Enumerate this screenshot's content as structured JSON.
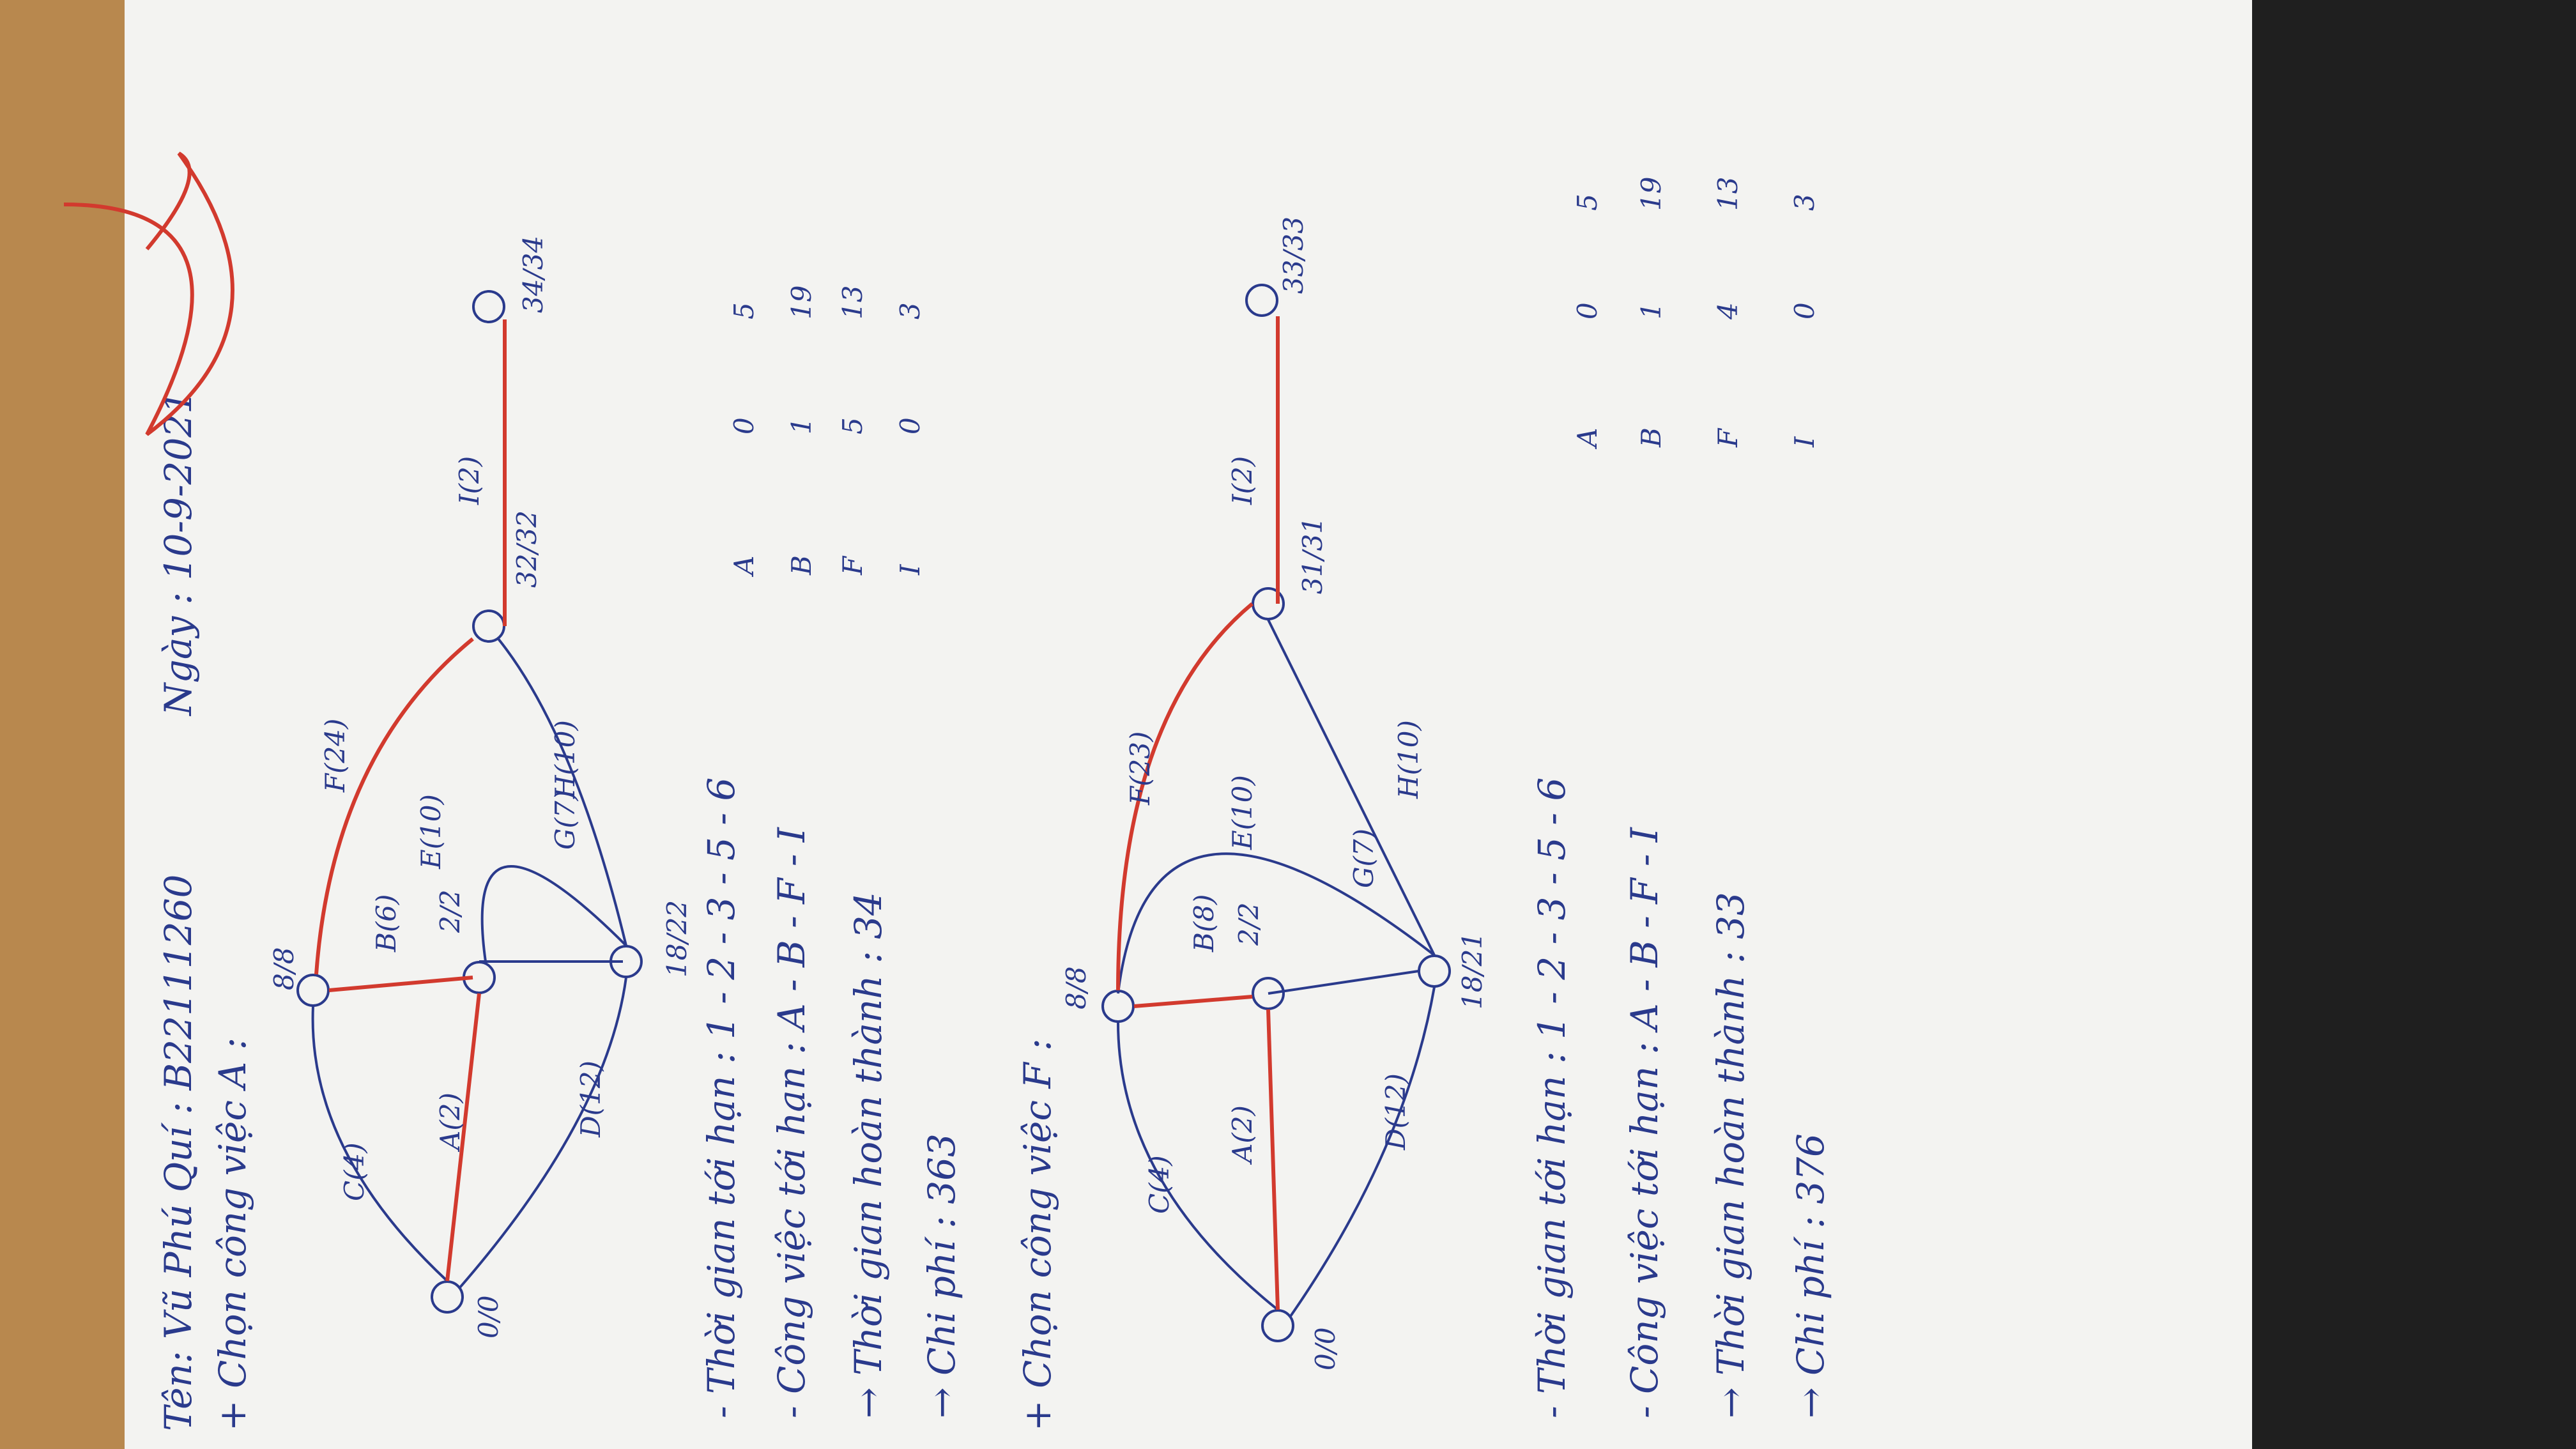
{
  "header": {
    "name": "Tên: Vũ Phú Quí : B22111260",
    "date": "Ngày : 10-9-2021"
  },
  "section_a": {
    "heading": "+ Chọn công việc A :",
    "nodes": [
      "1",
      "2",
      "3",
      "4",
      "5",
      "6"
    ],
    "node_labels": [
      "0/0",
      "2/2",
      "8/8",
      "18/22",
      "32/32",
      "34/34"
    ],
    "edges": [
      "A(2)",
      "C(4)",
      "D(12)",
      "B(6)",
      "G(7)",
      "E(10)",
      "F(24)",
      "H(10)",
      "I(2)"
    ],
    "results": {
      "critical_path": "- Thời gian tới hạn : 1 - 2 - 3 - 5 - 6",
      "critical_tasks": "- Công việc tới hạn : A - B - F - I",
      "completion_time": "→ Thời gian hoàn thành : 34",
      "cost": "→ Chi phí : 363"
    },
    "table": [
      {
        "task": "A",
        "v1": "0",
        "v2": "5"
      },
      {
        "task": "B",
        "v1": "1",
        "v2": "19"
      },
      {
        "task": "F",
        "v1": "5",
        "v2": "13"
      },
      {
        "task": "I",
        "v1": "0",
        "v2": "3"
      }
    ]
  },
  "section_f": {
    "heading": "+ Chọn công việc F :",
    "node_labels": [
      "0/0",
      "2/2",
      "8/8",
      "18/21",
      "31/31",
      "33/33"
    ],
    "edges": [
      "A(2)",
      "C(4)",
      "D(12)",
      "B(8)",
      "G(7)",
      "E(10)",
      "F(23)",
      "H(10)",
      "I(2)"
    ],
    "results": {
      "critical_path": "- Thời gian tới hạn : 1 - 2 - 3 - 5 - 6",
      "critical_tasks": "- Công việc tới hạn : A - B - F - I",
      "completion_time": "→ Thời gian hoàn thành : 33",
      "cost": "→ Chi phí : 376"
    },
    "table": [
      {
        "task": "A",
        "v1": "0",
        "v2": "5"
      },
      {
        "task": "B",
        "v1": "1",
        "v2": "19"
      },
      {
        "task": "F",
        "v1": "4",
        "v2": "13"
      },
      {
        "task": "I",
        "v1": "0",
        "v2": "3"
      }
    ]
  },
  "colors": {
    "ink": "#2a3a8c",
    "critical": "#d23a2e",
    "paper": "#f3f3f1"
  }
}
